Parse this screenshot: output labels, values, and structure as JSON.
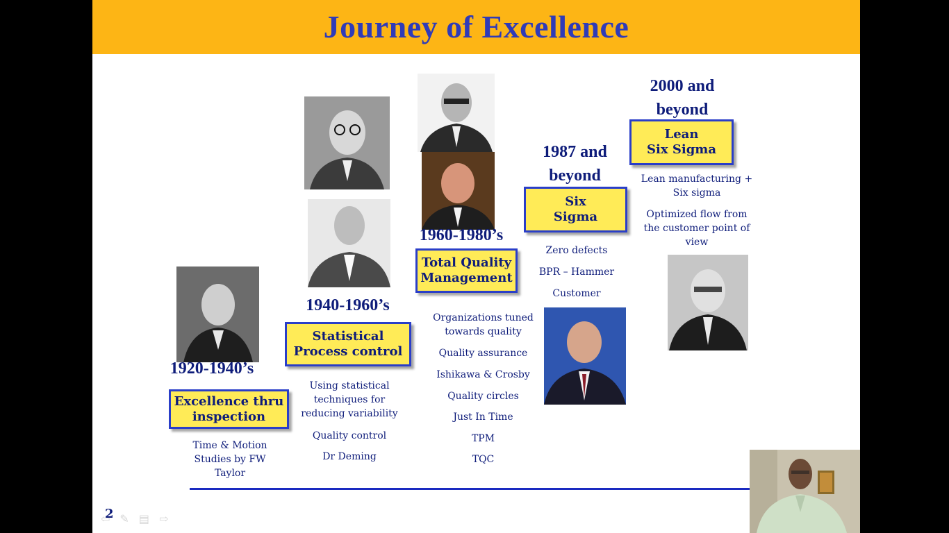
{
  "title": "Journey of Excellence",
  "eras": [
    {
      "period": "1920-1940’s",
      "box": "Excellence thru\ninspection",
      "notes": [
        "Time & Motion\nStudies by FW\nTaylor"
      ]
    },
    {
      "period": "1940-1960’s",
      "box": "Statistical\nProcess control",
      "notes": [
        "Using statistical\ntechniques for\nreducing variability",
        "Quality control",
        "Dr Deming"
      ]
    },
    {
      "period": "1960-1980’s",
      "box": "Total Quality\nManagement",
      "notes": [
        "Organizations tuned\ntowards quality",
        "Quality assurance",
        "Ishikawa & Crosby",
        "Quality circles",
        "Just In Time",
        "TPM",
        "TQC"
      ]
    },
    {
      "period": "1987 and\nbeyond",
      "box": "Six\nSigma",
      "notes": [
        "Zero defects",
        "BPR – Hammer",
        "Customer"
      ]
    },
    {
      "period": "2000 and\nbeyond",
      "box": "Lean\nSix Sigma",
      "notes": [
        "Lean manufacturing +\nSix sigma",
        "Optimized flow from\nthe customer point of\nview"
      ]
    }
  ],
  "slide_number": "2",
  "colors": {
    "title_bar": "#FDB515",
    "title_text": "#2F3BB8",
    "box_fill": "#FFEB57",
    "box_border": "#2A3EC8",
    "text": "#0E1C7A",
    "baseline": "#1A2AC0"
  },
  "icons": [
    "portrait-photo",
    "webcam-video",
    "slide-navigation-icons"
  ]
}
